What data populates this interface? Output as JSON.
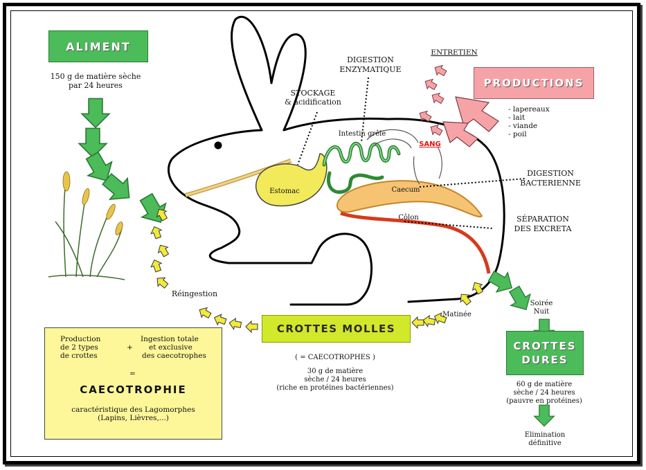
{
  "aliment": {
    "title": "ALIMENT",
    "amount_line1": "150 g de matière sèche",
    "amount_line2": "par 24 heures"
  },
  "organs": {
    "estomac": "Estomac",
    "intestin": "Intestin grêle",
    "caecum": "Caecum",
    "colon": "Côlon",
    "sang": "SANG"
  },
  "processes": {
    "stockage_1": "STOCKAGE",
    "stockage_2": "& acidification",
    "digestion_enz_1": "DIGESTION",
    "digestion_enz_2": "ENZYMATIQUE",
    "entretien": "ENTRETIEN",
    "digestion_bact_1": "DIGESTION",
    "digestion_bact_2": "BACTERIENNE",
    "separation_1": "SÉPARATION",
    "separation_2": "DES EXCRETA"
  },
  "productions": {
    "title": "PRODUCTIONS",
    "items": [
      "- lapereaux",
      "- lait",
      "- viande",
      "- poil"
    ]
  },
  "crottes_molles": {
    "title": "CROTTES MOLLES",
    "subtitle": "( = CAECOTROPHES )",
    "line1": "30 g de matière",
    "line2": "sèche / 24 heures",
    "line3": "(riche en protéines bactériennes)"
  },
  "crottes_dures": {
    "title_1": "CROTTES",
    "title_2": "DURES",
    "line1": "60 g de matière",
    "line2": "sèche / 24 heures",
    "line3": "(pauvre en protéines)"
  },
  "timing": {
    "reingestion": "Réingestion",
    "matinee": "Matinée",
    "soiree": "Soirée",
    "nuit": "Nuit",
    "elimination_1": "Elimination",
    "elimination_2": "définitive"
  },
  "caecotrophie": {
    "left_1": "Production",
    "left_2": "de 2 types",
    "left_3": "de crottes",
    "plus": "+",
    "right_1": "Ingestion totale",
    "right_2": "et exclusive",
    "right_3": "des caecotrophes",
    "equals": "=",
    "title": "CAECOTROPHIE",
    "desc_1": "caractéristique des Lagomorphes",
    "desc_2": "(Lapins, Lièvres,...)"
  },
  "colors": {
    "green": "#4cbb5a",
    "pink": "#f6a3a8",
    "lime": "#d2e82a",
    "yellow": "#fdf79a",
    "stomach": "#f2ea5a",
    "caecum": "#f6c373",
    "colon": "#d63a1c",
    "red_text": "#d11111"
  }
}
